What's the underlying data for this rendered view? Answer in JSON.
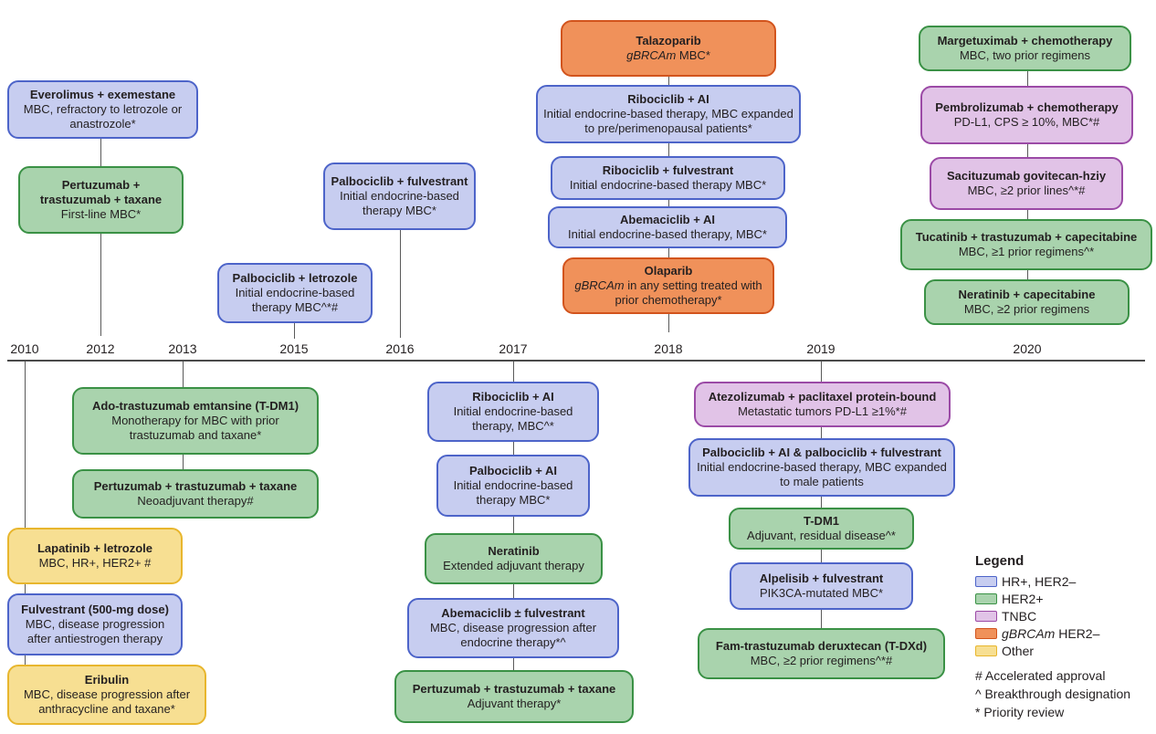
{
  "years": [
    "2010",
    "2012",
    "2013",
    "2015",
    "2016",
    "2017",
    "2018",
    "2019",
    "2020"
  ],
  "boxes": [
    {
      "id": "everolimus",
      "title": "Everolimus + exemestane",
      "sub": "MBC, refractory to letrozole or anastrozole*",
      "cat": "hr"
    },
    {
      "id": "pertuzumab-2012",
      "title": "Pertuzumab + trastuzumab + taxane",
      "sub": "First-line MBC*",
      "cat": "her"
    },
    {
      "id": "palbo-fulv-2016",
      "title": "Palbociclib + fulvestrant",
      "sub": "Initial endocrine-based therapy MBC*",
      "cat": "hr"
    },
    {
      "id": "palbo-letrozole",
      "title": "Palbociclib + letrozole",
      "sub": "Initial endocrine-based therapy MBC^*#",
      "cat": "hr"
    },
    {
      "id": "talazoparib",
      "title": "Talazoparib",
      "sub_italic": "gBRCAm",
      "sub": " MBC*",
      "cat": "gb"
    },
    {
      "id": "ribo-ai-2018",
      "title": "Ribociclib + AI",
      "sub": "Initial endocrine-based therapy, MBC expanded to pre/perimenopausal patients*",
      "cat": "hr"
    },
    {
      "id": "ribo-fulv-2018",
      "title": "Ribociclib + fulvestrant",
      "sub": "Initial endocrine-based therapy MBC*",
      "cat": "hr"
    },
    {
      "id": "abema-ai-2018",
      "title": "Abemaciclib + AI",
      "sub": "Initial endocrine-based therapy, MBC*",
      "cat": "hr"
    },
    {
      "id": "olaparib",
      "title": "Olaparib",
      "sub_italic": "gBRCAm",
      "sub": " in any setting treated with prior chemotherapy*",
      "cat": "gb"
    },
    {
      "id": "margetuximab",
      "title": "Margetuximab + chemotherapy",
      "sub": "MBC, two prior regimens",
      "cat": "her"
    },
    {
      "id": "pembrolizumab",
      "title": "Pembrolizumab + chemotherapy",
      "sub": "PD-L1, CPS ≥ 10%, MBC*#",
      "cat": "tn"
    },
    {
      "id": "sacituzumab",
      "title": "Sacituzumab govitecan-hziy",
      "sub": "MBC, ≥2 prior lines^*#",
      "cat": "tn"
    },
    {
      "id": "tucatinib",
      "title": "Tucatinib + trastuzumab + capecitabine",
      "sub": "MBC, ≥1 prior regimens^*",
      "cat": "her"
    },
    {
      "id": "neratinib-cap",
      "title": "Neratinib + capecitabine",
      "sub": "MBC, ≥2 prior regimens",
      "cat": "her"
    },
    {
      "id": "tdm1-2013",
      "title": "Ado-trastuzumab emtansine (T-DM1)",
      "sub": "Monotherapy for MBC with prior trastuzumab and taxane*",
      "cat": "her"
    },
    {
      "id": "pertuzumab-neo",
      "title": "Pertuzumab + trastuzumab + taxane",
      "sub": "Neoadjuvant therapy#",
      "cat": "her"
    },
    {
      "id": "lapatinib",
      "title": "Lapatinib + letrozole",
      "sub": "MBC, HR+, HER2+ #",
      "cat": "ot"
    },
    {
      "id": "fulvestrant",
      "title": "Fulvestrant (500-mg dose)",
      "sub": "MBC, disease progression after antiestrogen therapy",
      "cat": "hr"
    },
    {
      "id": "eribulin",
      "title": "Eribulin",
      "sub": "MBC, disease progression after anthracycline and taxane*",
      "cat": "ot"
    },
    {
      "id": "ribo-ai-2017",
      "title": "Ribociclib + AI",
      "sub": "Initial endocrine-based therapy, MBC^*",
      "cat": "hr"
    },
    {
      "id": "palbo-ai-2017",
      "title": "Palbociclib + AI",
      "sub": "Initial endocrine-based therapy MBC*",
      "cat": "hr"
    },
    {
      "id": "neratinib",
      "title": "Neratinib",
      "sub": "Extended adjuvant therapy",
      "cat": "her"
    },
    {
      "id": "abema-fulv",
      "title": "Abemaciclib ± fulvestrant",
      "sub": "MBC, disease progression after endocrine therapy*^",
      "cat": "hr"
    },
    {
      "id": "pertuzumab-adj",
      "title": "Pertuzumab + trastuzumab + taxane",
      "sub": "Adjuvant therapy*",
      "cat": "her"
    },
    {
      "id": "atezolizumab",
      "title": "Atezolizumab + paclitaxel protein-bound",
      "sub": "Metastatic tumors PD-L1 ≥1%*#",
      "cat": "tn"
    },
    {
      "id": "palbo-male",
      "title": "Palbociclib + AI & palbociclib + fulvestrant",
      "sub": "Initial endocrine-based therapy, MBC expanded to male patients",
      "cat": "hr"
    },
    {
      "id": "tdm1-2019",
      "title": "T-DM1",
      "sub": "Adjuvant, residual disease^*",
      "cat": "her"
    },
    {
      "id": "alpelisib",
      "title": "Alpelisib + fulvestrant",
      "sub": "PIK3CA-mutated MBC*",
      "cat": "hr"
    },
    {
      "id": "tdxd",
      "title": "Fam-trastuzumab deruxtecan (T-DXd)",
      "sub": "MBC, ≥2 prior regimens^*#",
      "cat": "her"
    }
  ],
  "legend": {
    "title": "Legend",
    "items": [
      {
        "label": "HR+, HER2–",
        "color": "#c7cdf0",
        "border": "#4d64c9"
      },
      {
        "label": "HER2+",
        "color": "#a9d3ad",
        "border": "#3a9145"
      },
      {
        "label": "TNBC",
        "color": "#e1c3e7",
        "border": "#9b4aa6"
      },
      {
        "label_italic": "gBRCAm",
        "label": " HER2–",
        "color": "#f0915a",
        "border": "#d2541d"
      },
      {
        "label": "Other",
        "color": "#f7df92",
        "border": "#e8b62d"
      }
    ],
    "notes": [
      "# Accelerated approval",
      "^ Breakthrough designation",
      "* Priority review"
    ]
  }
}
